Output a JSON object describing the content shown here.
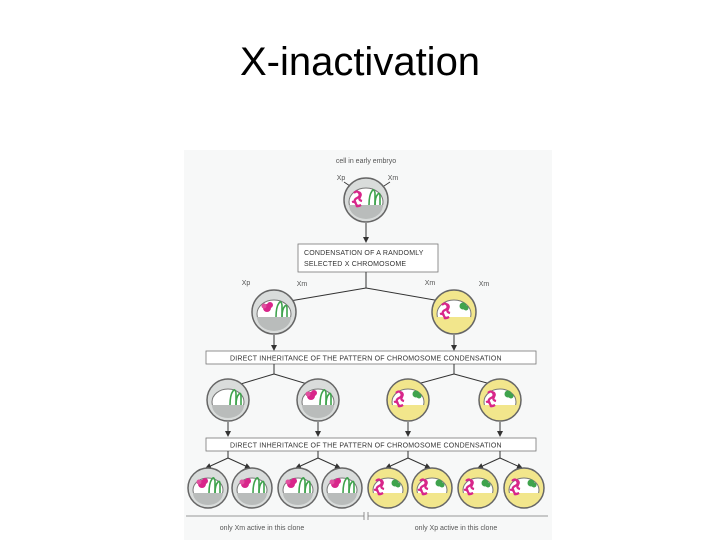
{
  "slide": {
    "title": "X-inactivation"
  },
  "figure": {
    "top_caption": "cell in early embryo",
    "top_labels": {
      "left": "Xp",
      "right": "Xm"
    },
    "box_condense": [
      "CONDENSATION OF A RANDOMLY",
      "SELECTED X CHROMOSOME"
    ],
    "gen2_labels": {
      "left_a": "Xp",
      "left_b": "Xm",
      "right_a": "Xm",
      "right_b": "Xm"
    },
    "bar1": "DIRECT INHERITANCE OF THE PATTERN OF CHROMOSOME CONDENSATION",
    "bar2": "DIRECT INHERITANCE OF THE PATTERN OF CHROMOSOME CONDENSATION",
    "bottom_left": "only Xm active in this clone",
    "bottom_right": "only Xp active in this clone",
    "colors": {
      "gray_cell": "#b9bcbb",
      "yellow_cell": "#f2e68c",
      "magenta": "#d8268a",
      "green": "#3fa34d",
      "bar_fill": "#ffffff",
      "bar_stroke": "#777777"
    }
  }
}
